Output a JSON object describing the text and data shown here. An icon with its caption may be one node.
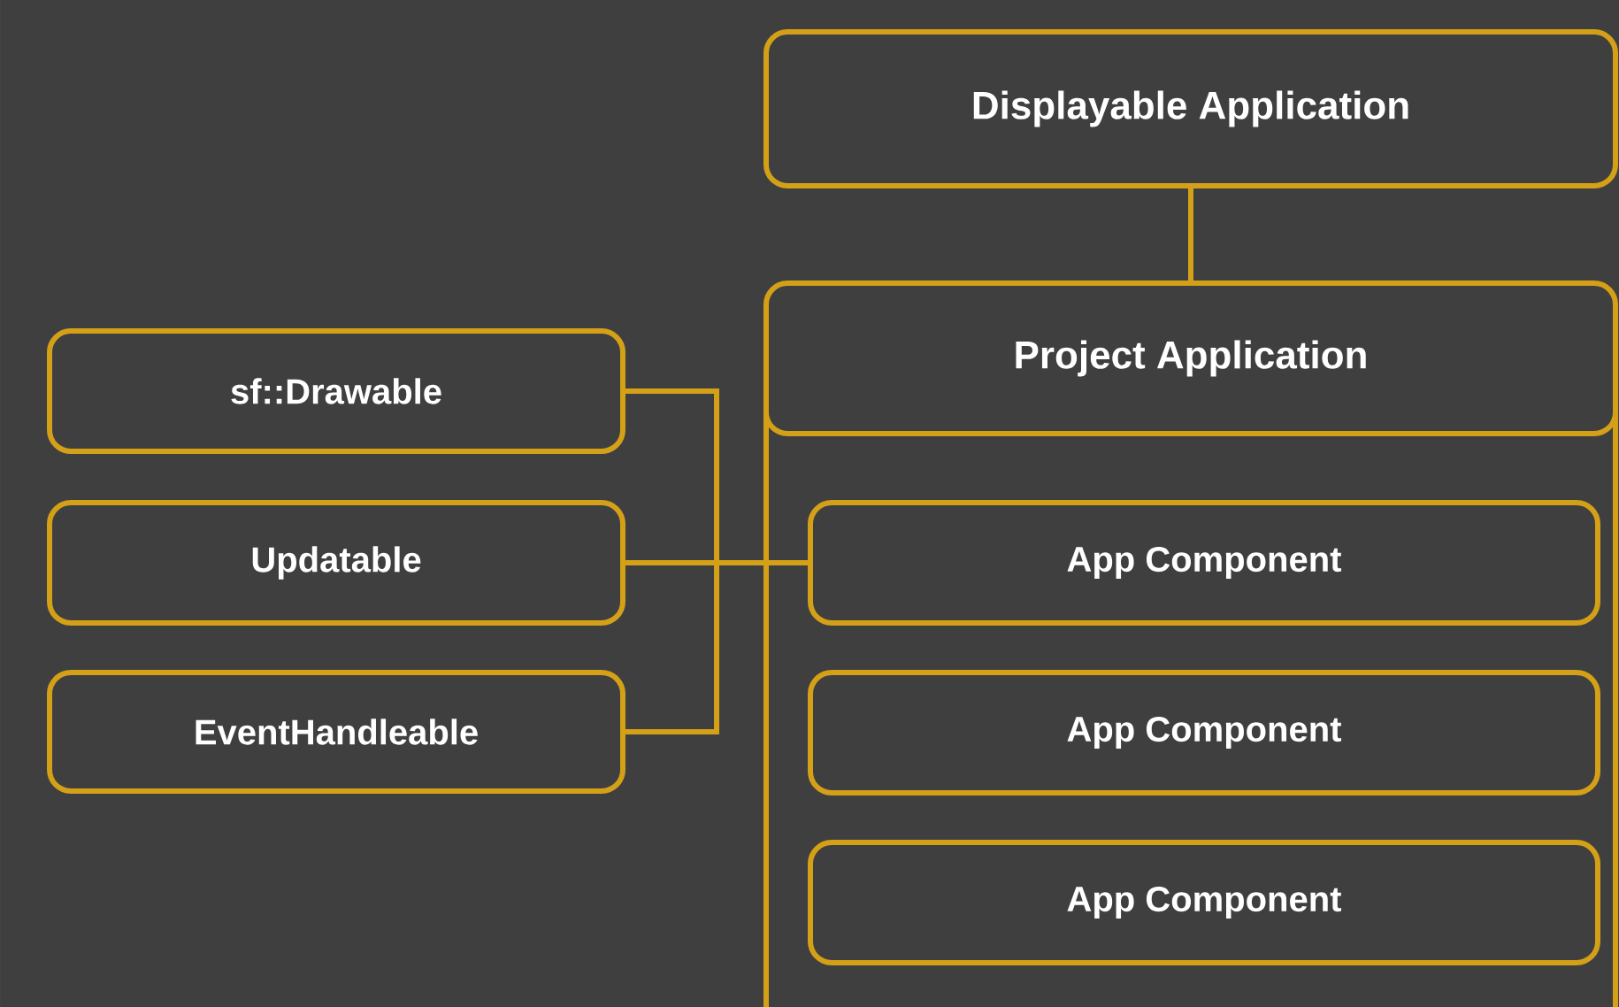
{
  "diagram": {
    "nodes": [
      {
        "text": [
          "Displayable Application"
        ]
      },
      {
        "text": [
          "Project Application"
        ]
      },
      {
        "text": [
          "sf::Drawable"
        ]
      },
      {
        "text": [
          "Updatable"
        ]
      },
      {
        "text": [
          "EventHandleable"
        ]
      },
      {
        "text": [
          "App Component"
        ],
        "in": 1
      },
      {
        "text": [
          "App Component"
        ],
        "in": 1
      },
      {
        "text": [
          "App Component"
        ],
        "in": 1
      }
    ],
    "edges": [
      {
        "from": 0,
        "to": 1,
        "arrow": "none"
      },
      {
        "from": 2,
        "to": 5,
        "arrow": "none"
      },
      {
        "from": 3,
        "to": 5,
        "arrow": "none"
      },
      {
        "from": 4,
        "to": 5,
        "arrow": "none"
      }
    ]
  }
}
